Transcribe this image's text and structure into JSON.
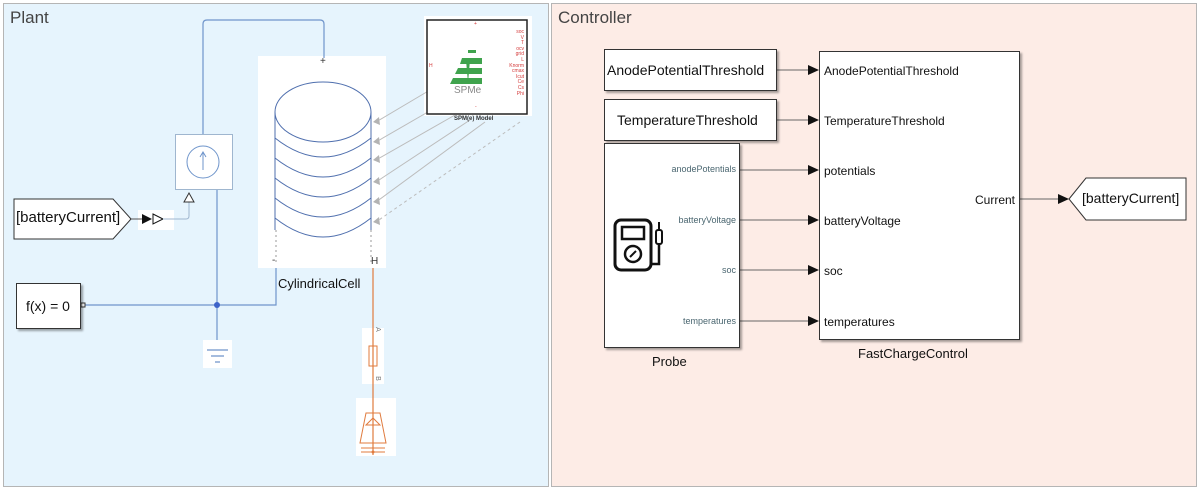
{
  "areas": {
    "plant": {
      "title": "Plant",
      "background": "#e6f4fd"
    },
    "controller": {
      "title": "Controller",
      "background": "#fdece6"
    }
  },
  "plant": {
    "from_block_label": "[batteryCurrent]",
    "solver_label": "f(x) = 0",
    "cell": {
      "label": "CylindricalCell",
      "plus_port": "+",
      "minus_port": "-",
      "thermal_port": "H",
      "layers": 6
    },
    "spme": {
      "block_label": "SPM(e) Model",
      "icon_text": "SPMe",
      "left_port": "H",
      "top_port": "+",
      "bottom_port": "-",
      "output_ports": [
        "soc",
        "V",
        "T",
        "ocv",
        "grid",
        "L",
        "Knorm",
        "cmax",
        "Icut",
        "Ce",
        "Cs",
        "Phi"
      ]
    },
    "thermal_resistor_ports": {
      "a": "A",
      "b": "B"
    },
    "colors": {
      "electrical": "#6f95cb",
      "thermal": "#e07b3e",
      "signal": "#aaaaaa",
      "spme_port": "#d43b3b",
      "spme_logo": "#3fa34d"
    }
  },
  "controller": {
    "constants": [
      "AnodePotentialThreshold",
      "TemperatureThreshold"
    ],
    "probe": {
      "label": "Probe",
      "ports": [
        "anodePotentials",
        "batteryVoltage",
        "soc",
        "temperatures"
      ]
    },
    "fastcharge": {
      "label": "FastChargeControl",
      "inputs": [
        "AnodePotentialThreshold",
        "TemperatureThreshold",
        "potentials",
        "batteryVoltage",
        "soc",
        "temperatures"
      ],
      "output": "Current"
    },
    "goto_label": "[batteryCurrent]"
  }
}
